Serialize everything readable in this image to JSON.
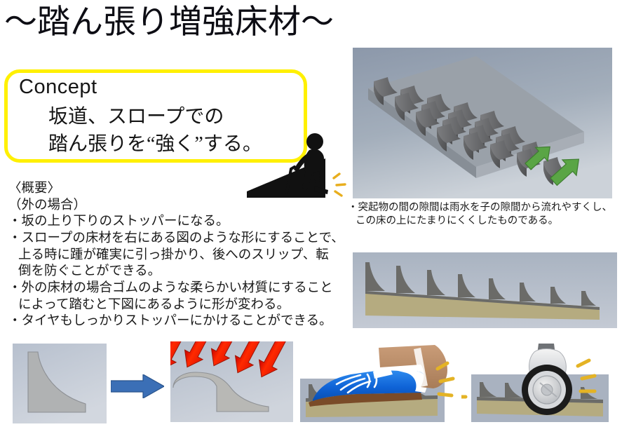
{
  "slide": {
    "title": "〜踏ん張り増強床材〜",
    "background_color": "#ffffff"
  },
  "concept": {
    "label": "Concept",
    "line1": "坂道、スロープでの",
    "line2": "踏ん張りを“強く”する。",
    "border_color": "#FFF000"
  },
  "summary": {
    "heading": "〈概要〉",
    "subheading": "（外の場合）",
    "bullets": [
      {
        "lines": [
          "・坂の上り下りのストッパーになる。"
        ]
      },
      {
        "lines": [
          "・スロープの床材を右にある図のような形にすることで、",
          "上る時に踵が確実に引っ掛かり、後へのスリップ、転",
          "倒を防ぐことができる。"
        ]
      },
      {
        "lines": [
          "・外の床材の場合ゴムのような柔らかい材質にすること",
          "によって踏むと下図にあるように形が変わる。"
        ]
      },
      {
        "lines": [
          "・タイヤもしっかりストッパーにかけることができる。"
        ]
      }
    ]
  },
  "caption_3d": {
    "line1": "・突起物の間の隙間は雨水を子の隙間から流れやすくし、",
    "line2": "この床の上にたまりにくくしたものである。"
  },
  "figures": {
    "person_slope": {
      "name": "elderly-person-with-cane-on-slope",
      "person_color": "#111111",
      "slope_color": "#111111",
      "impact_color": "#E8AE1E"
    },
    "render_3d": {
      "name": "3d-floor-material-with-curved-fins",
      "rows": 4,
      "columns": 5,
      "fin_color": "#5e5f61",
      "base_color": "#9aa1a9",
      "arrow_color": "#5AA545",
      "arrow_count": 2
    },
    "profile": {
      "name": "side-profile-of-fin-floor-on-slope",
      "fin_count": 8,
      "fin_color": "#6b6b68",
      "base_color": "#b5ab80"
    },
    "shape_a": {
      "name": "fin-cross-section-undeformed",
      "shape_color": "#b0b2b3"
    },
    "shape_b": {
      "name": "fin-cross-section-deformed-under-load",
      "shape_color": "#b8b8b5",
      "arrow_color": "#F42100",
      "arrow_count": 5
    },
    "shoe": {
      "name": "shoe-stepping-on-fin-floor",
      "shoe_color": "#1268D8",
      "sole_color": "#7A4B28",
      "trouser_color": "#BE9271",
      "lace_color": "#ffffff",
      "impact_color": "#E4B325"
    },
    "wheel": {
      "name": "caster-wheel-on-fin-floor",
      "tire_color": "#1b1b1b",
      "housing_color": "#e8e8e8",
      "impact_color": "#E4B325"
    },
    "transition_arrow": {
      "name": "transition-arrow",
      "color": "#3B6FB6"
    }
  }
}
